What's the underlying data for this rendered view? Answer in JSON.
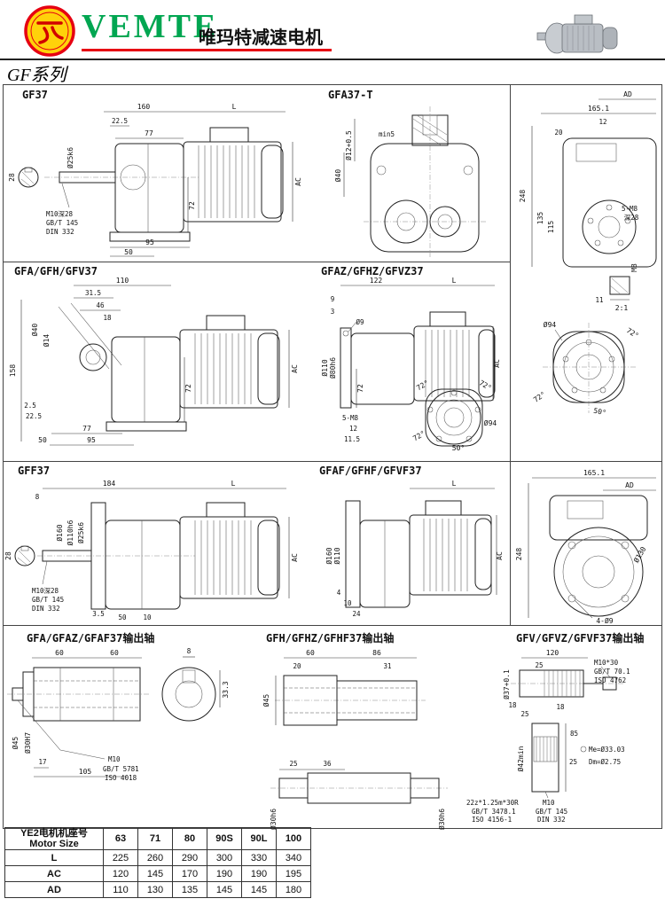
{
  "header": {
    "brand": "VEMTE",
    "subtitle": "唯玛特减速电机",
    "series": "GF系列"
  },
  "colors": {
    "brand_green": "#00a651",
    "accent_red": "#e60012",
    "logo_yellow": "#ffd20a"
  },
  "panels": {
    "gf37": {
      "title": "GF37",
      "labels": {
        "len160": "160",
        "L": "L",
        "d22_5": "22.5",
        "w77": "77",
        "h72": "72",
        "AC": "AC",
        "shaft": "Ø25k6",
        "key28": "28",
        "feet95": "95",
        "feet50": "50"
      },
      "note": [
        "M10深28",
        "GB/T 145",
        "DIN 332"
      ]
    },
    "gfa37t": {
      "title": "GFA37-T",
      "labels": {
        "bore": "Ø12+0.5",
        "min5": "min5",
        "d40": "Ø40"
      }
    },
    "side_view": {
      "labels": {
        "AD": "AD",
        "w165": "165.1",
        "d12": "12",
        "d20": "20",
        "h248": "248",
        "h135": "135",
        "h115": "115",
        "taps": "5-M8",
        "depth": "深28"
      },
      "key_detail": {
        "M8": "M8",
        "w11": "11",
        "scale": "2:1"
      }
    },
    "flange94": {
      "labels": {
        "d94": "Ø94",
        "a1": "72°",
        "a2": "72°",
        "a3": "50°"
      }
    },
    "gfa_gfh_gfv37": {
      "title": "GFA/GFH/GFV37",
      "labels": {
        "w110": "110",
        "d31_5": "31.5",
        "d46": "46",
        "d18": "18",
        "d40": "Ø40",
        "d14": "Ø14",
        "h158": "158",
        "w77": "77",
        "h72": "72",
        "AC": "AC",
        "d2_5": "2.5",
        "d22_5": "22.5",
        "feet95": "95",
        "feet50": "50"
      }
    },
    "gfaz": {
      "title": "GFAZ/GFHZ/GFVZ37",
      "labels": {
        "w122": "122",
        "L": "L",
        "d9": "9",
        "d3": "3",
        "d110": "Ø110",
        "d80": "Ø80h6",
        "d9h": "Ø9",
        "h72": "72",
        "taps": "5-M8",
        "d12": "12",
        "d11_5": "11.5",
        "AC": "AC"
      },
      "flange": {
        "a1": "72°",
        "a2": "72°",
        "d94": "Ø94",
        "a3": "72°",
        "a4": "50°"
      }
    },
    "gff37": {
      "title": "GFF37",
      "labels": {
        "w184": "184",
        "L": "L",
        "d8": "8",
        "key28": "28",
        "d160": "Ø160",
        "d110": "Ø110h6",
        "shaft": "Ø25k6",
        "d3_5": "3.5",
        "d50": "50",
        "d10": "10",
        "AC": "AC"
      },
      "note": [
        "M10深28",
        "GB/T 145",
        "DIN 332"
      ]
    },
    "gfaf": {
      "title": "GFAF/GFHF/GFVF37",
      "labels": {
        "L": "L",
        "d160": "Ø160",
        "d110": "Ø110",
        "d4": "4",
        "d10": "10",
        "d24": "24",
        "AC": "AC"
      }
    },
    "flange_view": {
      "labels": {
        "w165": "165.1",
        "AD": "AD",
        "h248": "248",
        "d130": "Ø130",
        "holes": "4-Ø9"
      }
    },
    "shaft_a": {
      "title": "GFA/GFAZ/GFAF37输出轴",
      "labels": {
        "l60a": "60",
        "l60b": "60",
        "key8": "8",
        "d45": "Ø45",
        "d30": "Ø30H7",
        "d17": "17",
        "l105": "105",
        "key33": "33.3"
      },
      "note": [
        "M10",
        "GB/T 5781",
        "ISO 4018"
      ]
    },
    "shaft_h": {
      "title": "GFH/GFHZ/GFHF37输出轴",
      "labels": {
        "l60": "60",
        "l86": "86",
        "d20": "20",
        "d31": "31",
        "d45": "Ø45",
        "l25": "25",
        "l36": "36",
        "dl": "Ø30h6",
        "dr": "Ø30h6"
      }
    },
    "shaft_v": {
      "title": "GFV/GFVZ/GFVF37输出轴",
      "labels": {
        "d37": "Ø37+0.1",
        "l120": "120",
        "l25": "25",
        "d18a": "18",
        "d25": "25",
        "d18b": "18",
        "d42": "Ø42min",
        "l85": "85",
        "l25b": "25",
        "me": "Me=Ø33.03",
        "dm": "Dm=Ø2.75"
      },
      "bolt_note": [
        "M10*30",
        "GB/T 70.1",
        "ISO 4762"
      ],
      "spline_note": [
        "22z*1.25m*30R",
        "GB/T 3478.1",
        "ISO 4156-1"
      ],
      "center_note": [
        "M10",
        "GB/T 145",
        "DIN 332"
      ]
    }
  },
  "table": {
    "header_cn": "YE2电机机座号",
    "header_en": "Motor Size",
    "columns": [
      "63",
      "71",
      "80",
      "90S",
      "90L",
      "100"
    ],
    "rows": [
      {
        "label": "L",
        "values": [
          "225",
          "260",
          "290",
          "300",
          "330",
          "340"
        ]
      },
      {
        "label": "AC",
        "values": [
          "120",
          "145",
          "170",
          "190",
          "190",
          "195"
        ]
      },
      {
        "label": "AD",
        "values": [
          "110",
          "130",
          "135",
          "145",
          "145",
          "180"
        ]
      }
    ]
  }
}
